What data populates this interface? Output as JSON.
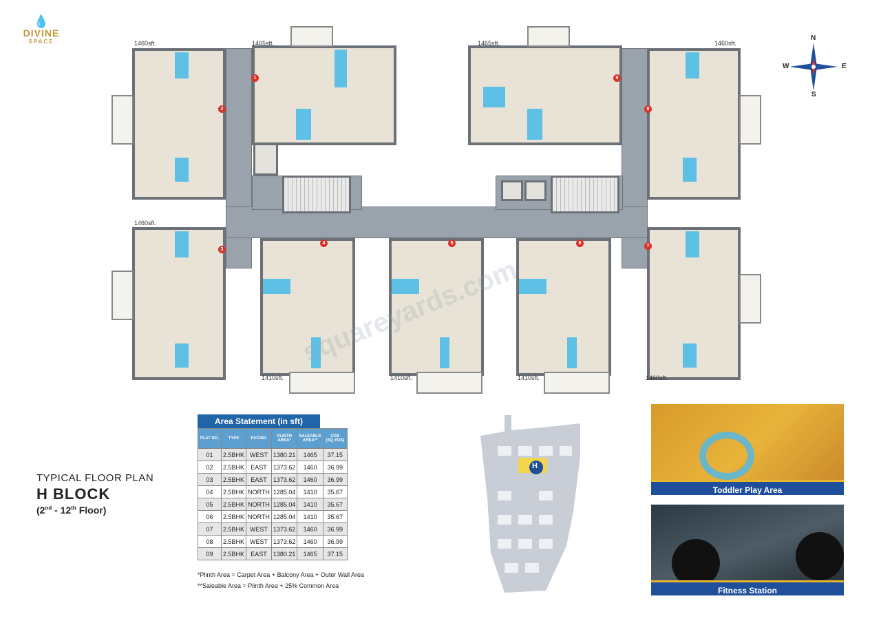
{
  "brand": {
    "logo_line1": "DIVINE",
    "logo_line2": "SPACE"
  },
  "plan": {
    "unit_areas": {
      "u1": "1465sft.",
      "u2": "1460sft.",
      "u3": "1460sft.",
      "u4": "1410sft.",
      "u5": "1410sft.",
      "u6": "1410sft.",
      "u7": "1460sft.",
      "u8": "1460sft.",
      "u9": "1465sft."
    },
    "unit_numbers": [
      "1",
      "2",
      "3",
      "4",
      "5",
      "6",
      "7",
      "8",
      "9"
    ],
    "watermark": "squareyards.com",
    "colors": {
      "corridor": "#9aa3ab",
      "unit": "#e8e3d6",
      "toilet": "#5fc0e6",
      "marker": "#d9342b"
    }
  },
  "compass": {
    "n": "N",
    "e": "E",
    "s": "S",
    "w": "W"
  },
  "heading": {
    "line1": "TYPICAL FLOOR PLAN",
    "line2": "H BLOCK",
    "floor_pre": "(2",
    "sup1": "nd",
    "floor_mid": " - 12",
    "sup2": "th",
    "floor_post": " Floor)"
  },
  "area_statement": {
    "title": "Area Statement (in sft)",
    "headers": [
      "FLAT NO.",
      "TYPE",
      "FACING",
      "PLINTH AREA*",
      "SALEABLE AREA**",
      "UDS (SQ.YDS)"
    ],
    "rows": [
      [
        "01",
        "2.5BHK",
        "WEST",
        "1380.21",
        "1465",
        "37.15"
      ],
      [
        "02",
        "2.5BHK",
        "EAST",
        "1373.62",
        "1460",
        "36.99"
      ],
      [
        "03",
        "2.5BHK",
        "EAST",
        "1373.62",
        "1460",
        "36.99"
      ],
      [
        "04",
        "2.5BHK",
        "NORTH",
        "1285.04",
        "1410",
        "35.67"
      ],
      [
        "05",
        "2.5BHK",
        "NORTH",
        "1285.04",
        "1410",
        "35.67"
      ],
      [
        "06",
        "2.5BHK",
        "NORTH",
        "1285.04",
        "1410",
        "35.67"
      ],
      [
        "07",
        "2.5BHK",
        "WEST",
        "1373.62",
        "1460",
        "36.99"
      ],
      [
        "08",
        "2.5BHK",
        "WEST",
        "1373.62",
        "1460",
        "36.99"
      ],
      [
        "09",
        "2.5BHK",
        "EAST",
        "1380.21",
        "1465",
        "37.15"
      ]
    ],
    "note1": "*Plinth Area = Carpet Area + Balcony Area + Outer Wall Area",
    "note2": "**Saleable Area = Plinth Area + 25% Common Area"
  },
  "site_map": {
    "marker": "H"
  },
  "amenities": [
    {
      "caption": "Toddler Play Area"
    },
    {
      "caption": "Fitness Station"
    }
  ]
}
